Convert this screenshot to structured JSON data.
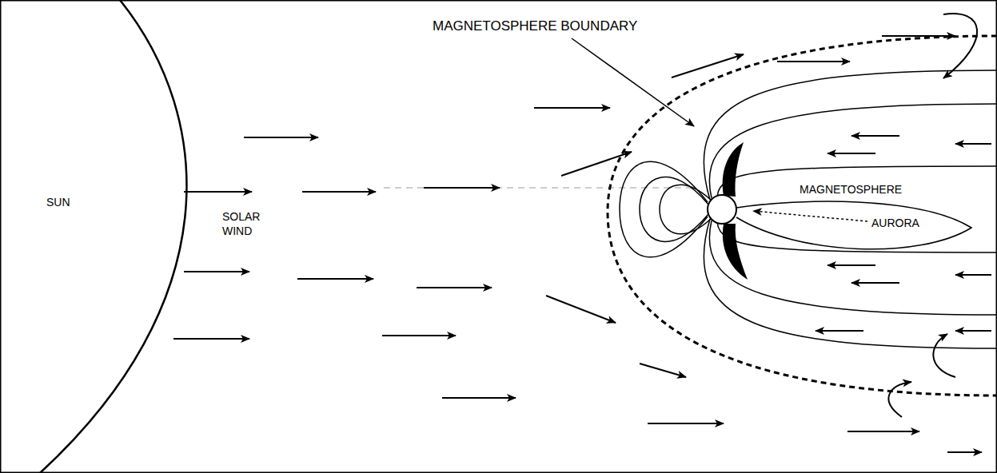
{
  "diagram": {
    "nodes": [
      {
        "text": [
          "SUN"
        ]
      }
    ],
    "labels": [
      "SOLAR WIND",
      "MAGNETOSPHERE BOUNDARY",
      "MAGNETOSPHERE",
      "AURORA"
    ]
  }
}
